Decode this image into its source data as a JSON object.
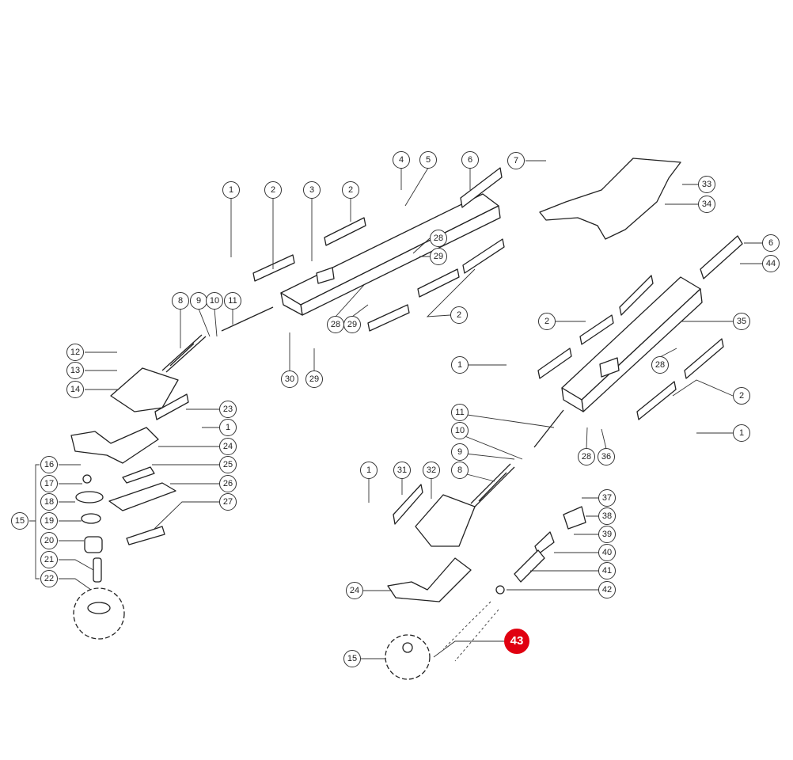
{
  "diagram": {
    "type": "exploded-parts-diagram",
    "highlight_color": "#e00010",
    "callouts": [
      "1",
      "2",
      "3",
      "2",
      "4",
      "5",
      "6",
      "7",
      "33",
      "34",
      "28",
      "29",
      "6",
      "44",
      "8",
      "9",
      "10",
      "11",
      "2",
      "28",
      "29",
      "2",
      "35",
      "12",
      "13",
      "14",
      "30",
      "29",
      "1",
      "28",
      "2",
      "23",
      "1",
      "11",
      "10",
      "1",
      "24",
      "9",
      "8",
      "16",
      "25",
      "17",
      "26",
      "18",
      "27",
      "19",
      "15",
      "20",
      "21",
      "22",
      "1",
      "31",
      "32",
      "28",
      "36",
      "37",
      "38",
      "39",
      "40",
      "41",
      "42",
      "24",
      "43",
      "15"
    ],
    "highlighted_callout": "43"
  }
}
